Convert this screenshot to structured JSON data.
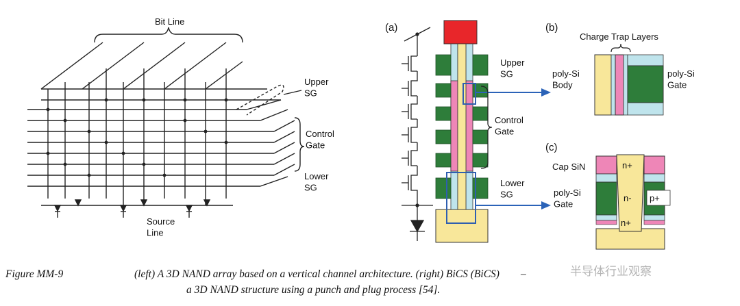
{
  "left_diagram": {
    "bit_line": "Bit Line",
    "upper_sg": "Upper\nSG",
    "control_gate": "Control\nGate",
    "lower_sg": "Lower\nSG",
    "source_line": "Source\nLine"
  },
  "panel_a": {
    "tag": "(a)",
    "upper_sg": "Upper\nSG",
    "control_gate": "Control\nGate",
    "lower_sg": "Lower\nSG"
  },
  "panel_b": {
    "tag": "(b)",
    "charge_trap": "Charge Trap Layers",
    "poly_si_body": "poly-Si\nBody",
    "poly_si_gate": "poly-Si\nGate"
  },
  "panel_c": {
    "tag": "(c)",
    "cap_sin": "Cap SiN",
    "poly_si_gate": "poly-Si\nGate",
    "n_plus_top": "n+",
    "n_minus": "n-",
    "p_plus": "p+",
    "n_plus_bottom": "n+"
  },
  "caption": {
    "figure_number": "Figure MM-9",
    "line1": "(left) A 3D NAND array based on a vertical channel architecture. (right) BiCS (BiCS)        –",
    "line2": "a 3D NAND structure using a punch and plug process [54]."
  },
  "watermark": "半导体行业观察",
  "colors": {
    "green": "#2e7d3a",
    "red": "#e8262a",
    "pink": "#ee86b7",
    "yellow": "#f8e79a",
    "light_blue": "#bfe4ec",
    "arrow_blue": "#2b63b8",
    "box_blue": "#2f5fb0"
  }
}
